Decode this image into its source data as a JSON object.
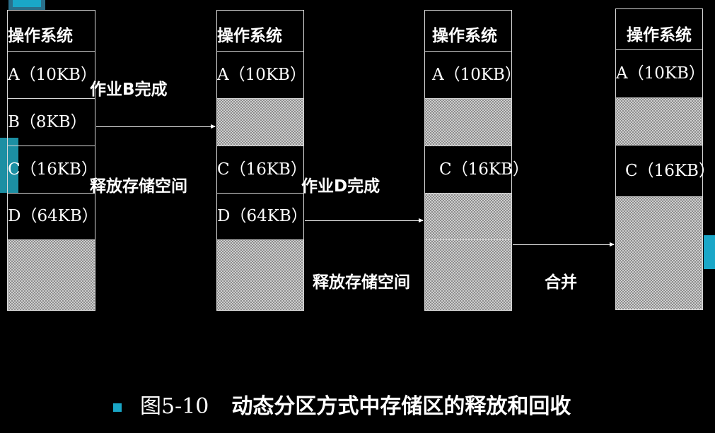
{
  "columns": [
    {
      "cells": [
        {
          "text": "操作系统",
          "kind": "head"
        },
        {
          "text": "A（10KB）",
          "kind": "block"
        },
        {
          "text": "B（8KB）",
          "kind": "block"
        },
        {
          "text": "C（16KB）",
          "kind": "block"
        },
        {
          "text": "D（64KB）",
          "kind": "block"
        },
        {
          "text": "",
          "kind": "free"
        }
      ]
    },
    {
      "cells": [
        {
          "text": "操作系统",
          "kind": "head"
        },
        {
          "text": "A（10KB）",
          "kind": "block"
        },
        {
          "text": "",
          "kind": "free"
        },
        {
          "text": "C（16KB）",
          "kind": "block"
        },
        {
          "text": "D（64KB）",
          "kind": "block"
        },
        {
          "text": "",
          "kind": "free"
        }
      ]
    },
    {
      "cells": [
        {
          "text": "操作系统",
          "kind": "head"
        },
        {
          "text": "A（10KB）",
          "kind": "block"
        },
        {
          "text": "",
          "kind": "free"
        },
        {
          "text": "C（16KB）",
          "kind": "block"
        },
        {
          "text": "",
          "kind": "free"
        },
        {
          "text": "",
          "kind": "free"
        }
      ]
    },
    {
      "cells": [
        {
          "text": "操作系统",
          "kind": "head"
        },
        {
          "text": "A（10KB）",
          "kind": "block"
        },
        {
          "text": "",
          "kind": "free"
        },
        {
          "text": "C（16KB）",
          "kind": "block"
        },
        {
          "text": "",
          "kind": "free"
        }
      ]
    }
  ],
  "labels": {
    "job_b_done": "作业B完成",
    "release_1": "释放存储空间",
    "job_d_done": "作业D完成",
    "release_2": "释放存储空间",
    "merge": "合并"
  },
  "caption": {
    "figure_no": "图5-10",
    "title": "动态分区方式中存储区的释放和回收"
  },
  "colors": {
    "background": "#000000",
    "accent": "#19a6c6",
    "free_fill": "#cfcfcf"
  }
}
